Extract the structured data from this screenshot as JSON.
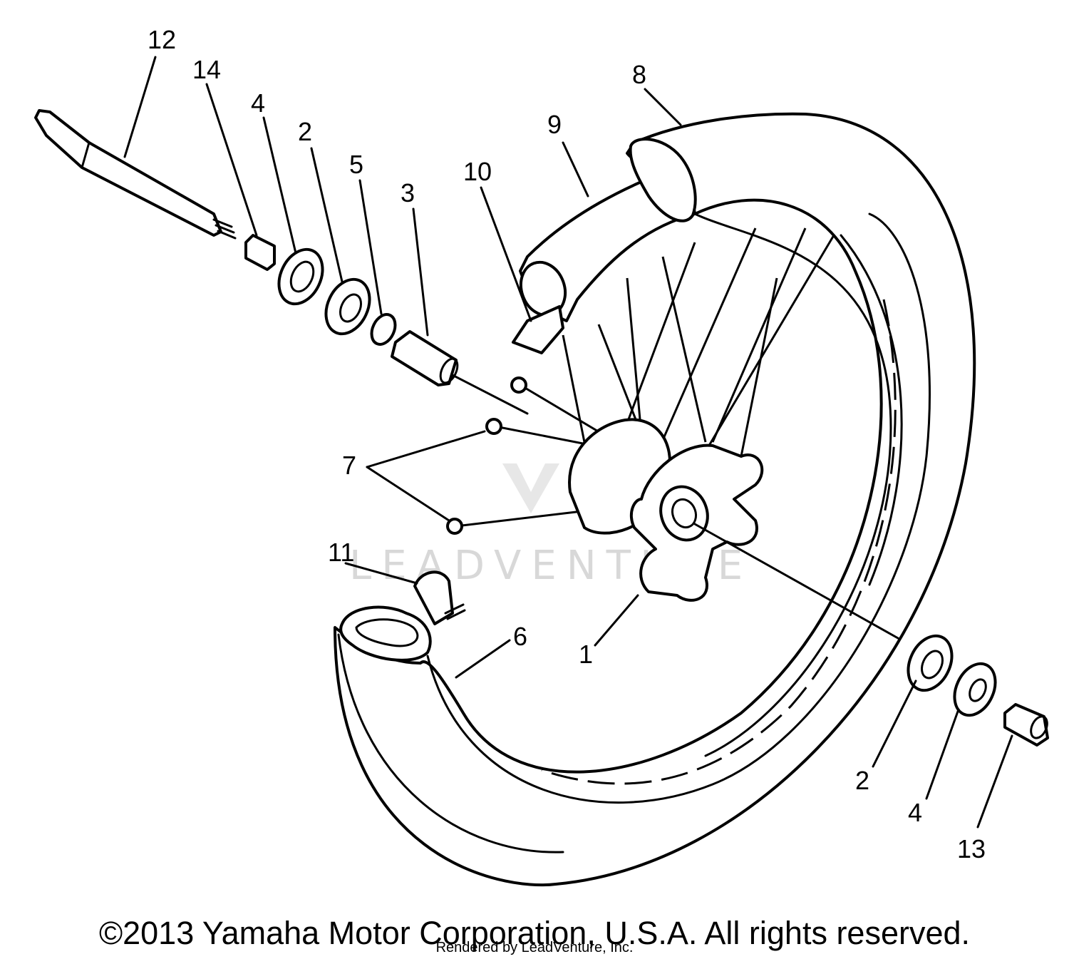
{
  "callouts": [
    "1",
    "2",
    "2",
    "3",
    "4",
    "4",
    "5",
    "6",
    "7",
    "8",
    "9",
    "10",
    "11",
    "12",
    "13",
    "14"
  ],
  "watermark": "LEADVENTURE",
  "copyright": "©2013 Yamaha Motor Corporation, U.S.A. All rights reserved.",
  "rendered_by": "Rendered by LeadVenture, Inc."
}
